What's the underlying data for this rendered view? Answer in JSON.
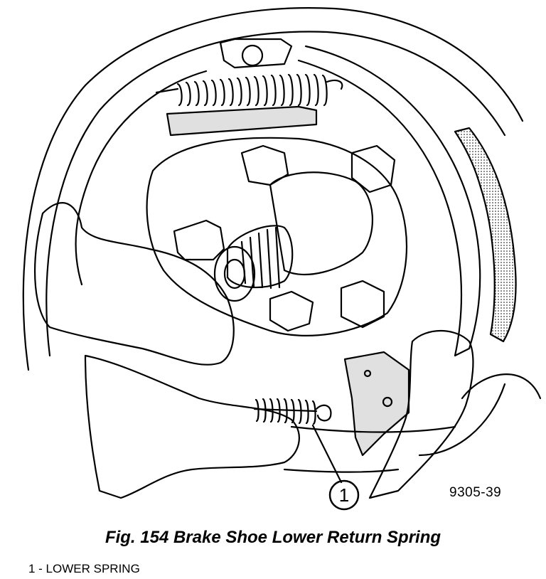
{
  "figure": {
    "image_id": "9305-39",
    "callout_label": "1",
    "caption": "Fig. 154 Brake Shoe Lower Return Spring",
    "legend": "1 - LOWER SPRING"
  },
  "icons": [
    "brake-assembly-illustration",
    "callout-circle"
  ]
}
